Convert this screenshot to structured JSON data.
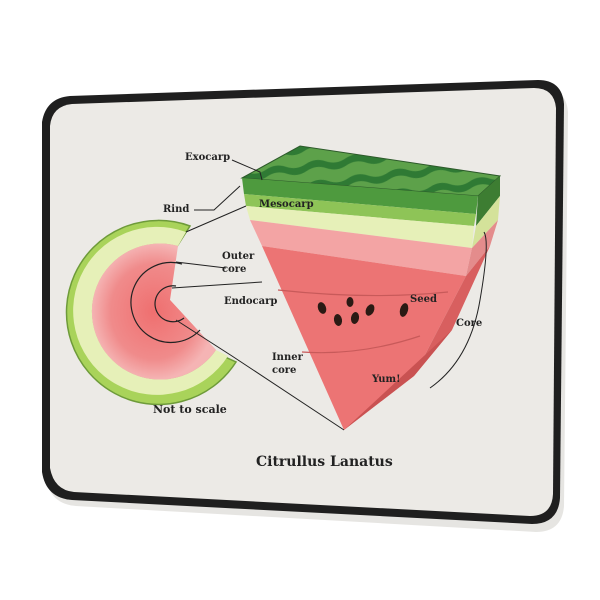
{
  "labels": {
    "exocarp": "Exocarp",
    "rind": "Rind",
    "mesocarp": "Mesocarp",
    "outer_core_1": "Outer",
    "outer_core_2": "core",
    "endocarp": "Endocarp",
    "inner_core_1": "Inner",
    "inner_core_2": "core",
    "seed": "Seed",
    "core": "Core",
    "yum": "Yum!",
    "not_to_scale": "Not to scale",
    "title": "Citrullus Lanatus"
  },
  "colors": {
    "mat_background": "#eceae6",
    "mat_border": "#1f1f1f",
    "stitch": "#3a3a3a",
    "rind_dark": "#3f8a3a",
    "rind_light": "#a9d35a",
    "mesocarp": "#e6f0b8",
    "outer_pink": "#f3a4a4",
    "flesh": "#ec7474",
    "flesh_dark": "#d95d5d",
    "seed": "#2a1a14"
  }
}
